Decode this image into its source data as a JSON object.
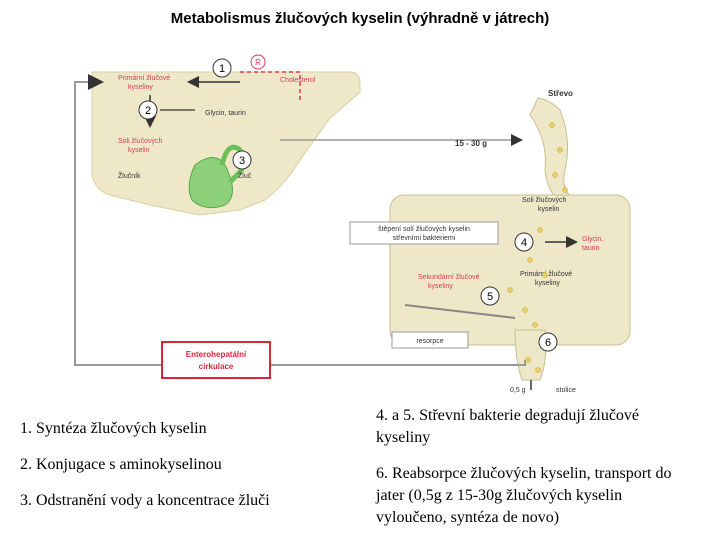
{
  "title": "Metabolismus žlučových kyselin (výhradně v játrech)",
  "colors": {
    "liver": "#efe8c8",
    "intestine": "#efe8c8",
    "gallbladder": "#8cd07a",
    "circulation_box": "#d6263a",
    "arrow_red": "#d63a5a",
    "arrow_dark": "#333333",
    "circle_fill": "#ffffff"
  },
  "diagram": {
    "labels": {
      "primary_acids": "Primární žlučové kyseliny",
      "primary_acids_l1": "Primární žlučové",
      "primary_acids_l2": "kyseliny",
      "cholesterol": "Cholesterol",
      "glycine_taurine_liver": "Glycin, taurin",
      "bile_salts_l1": "Soli žlučových",
      "bile_salts_l2": "kyselin",
      "gallbladder": "Žlučník",
      "bile": "Žluč",
      "intestine": "Střevo",
      "amount": "15 - 30 g",
      "gut_salts_l1": "Soli žlučových",
      "gut_salts_l2": "kyselin",
      "cleavage_l1": "štěpení solí žlučových kyselin",
      "cleavage_l2": "střevními bakteriemi",
      "glycine_gut_l1": "Glycin,",
      "glycine_gut_l2": "taurin",
      "secondary_l1": "Sekundární žlučové",
      "secondary_l2": "kyseliny",
      "primary_gut_l1": "Primární žlučové",
      "primary_gut_l2": "kyseliny",
      "resorption": "resorpce",
      "circulation_l1": "Enterohepatální",
      "circulation_l2": "cirkulace",
      "stool_amount": "0,5 g",
      "stool": "stolice",
      "reductase": "R"
    },
    "steps": [
      "1",
      "2",
      "3",
      "4",
      "5",
      "6"
    ]
  },
  "legend": {
    "left": [
      "1. Syntéza žlučových kyselin",
      "2. Konjugace s aminokyselinou",
      "3. Odstranění vody a koncentrace žluči"
    ],
    "right": [
      "4. a 5. Střevní bakterie degradují žlučové kyseliny",
      "6. Reabsorpce žlučových kyselin, transport do jater (0,5g z 15-30g žlučových kyselin vyloučeno, syntéza de novo)"
    ]
  }
}
